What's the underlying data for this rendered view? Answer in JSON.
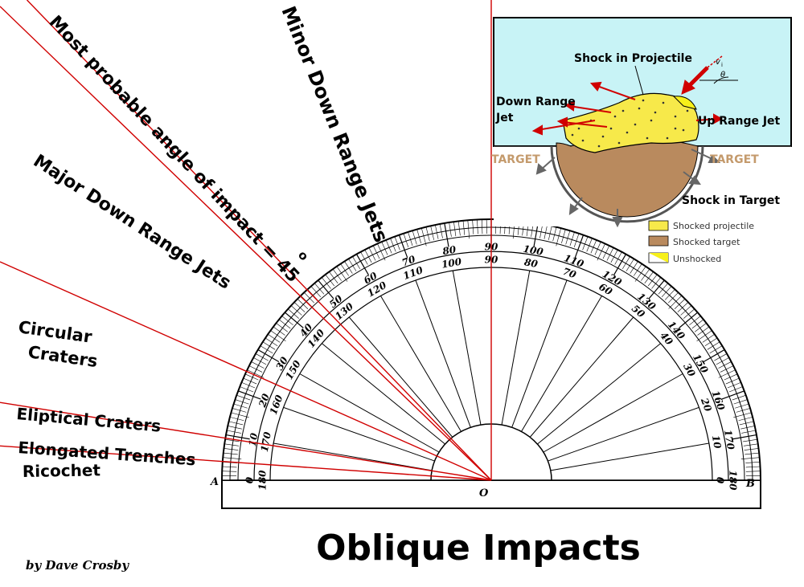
{
  "title": "Oblique Impacts",
  "credit": "by Dave Crosby",
  "labels": {
    "minor_jets": "Minor Down Range Jets",
    "most_probable": "Most probable angle of impact = 45",
    "degree_symbol": "o",
    "major_jets": "Major Down Range Jets",
    "circular_1": "Circular",
    "circular_2": "Craters",
    "eliptical": "Eliptical Craters",
    "elongated": "Elongated Trenches",
    "ricochet": "Ricochet"
  },
  "protractor": {
    "outer_numbers": [
      "0",
      "10",
      "20",
      "30",
      "40",
      "50",
      "60",
      "70",
      "80",
      "90",
      "100",
      "110",
      "120",
      "130",
      "140",
      "150",
      "160",
      "170",
      "180"
    ],
    "inner_numbers": [
      "180",
      "170",
      "160",
      "150",
      "140",
      "130",
      "120",
      "110",
      "100",
      "90",
      "80",
      "70",
      "60",
      "50",
      "40",
      "30",
      "20",
      "10",
      "0"
    ],
    "left_letter": "A",
    "right_letter": "B",
    "center_letter": "O"
  },
  "impact_lines_deg": [
    4,
    9,
    24,
    44,
    46,
    90
  ],
  "inset": {
    "shock_projectile": "Shock in Projectile",
    "down_range_jet_1": "Down Range",
    "down_range_jet_2": "Jet",
    "up_range_jet": "Up Range Jet",
    "target_left": "TARGET",
    "target_right": "TARGET",
    "shock_target": "Shock in Target",
    "vi": "v",
    "vi_sub": "i",
    "theta": "θ",
    "legend": [
      {
        "label": "Shocked projectile",
        "color": "#f7e94a"
      },
      {
        "label": "Shocked target",
        "color": "#b98a5e"
      },
      {
        "label": "Unshocked",
        "color": "#f7f01a"
      }
    ]
  },
  "colors": {
    "sky": "#c8f3f6",
    "red_line": "#d00000",
    "target_label": "#c49a6c"
  }
}
